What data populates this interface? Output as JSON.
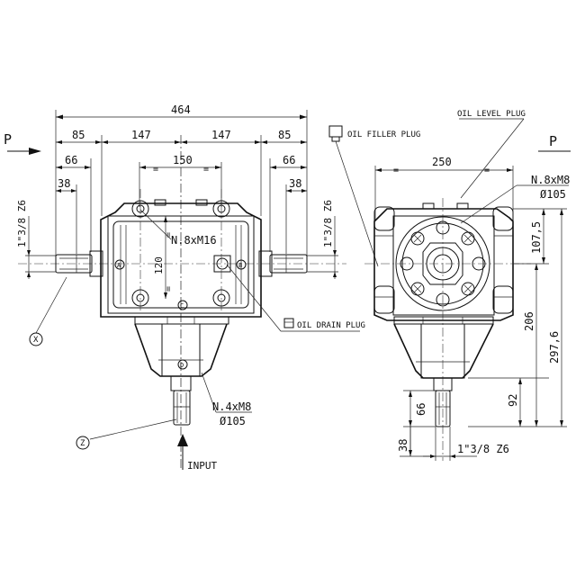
{
  "front_view": {
    "view_arrow": "P",
    "dims": {
      "overall": "464",
      "left_outer": "85",
      "center_left": "147",
      "center_right": "147",
      "right_outer": "85",
      "bolt_spacing": "150",
      "left_66": "66",
      "right_66": "66",
      "left_38": "38",
      "right_38": "38",
      "bolt_vertical": "120",
      "equal_mark": "="
    },
    "shaft_labels": {
      "left": "1\"3/8 Z6",
      "right": "1\"3/8 Z6"
    },
    "callouts": {
      "n8_m16": "N.8xM16",
      "n4_m8": "N.4xM8",
      "phi105": "Ø105",
      "oil_drain_plug": "OIL DRAIN PLUG",
      "oil_filler_plug": "OIL FILLER PLUG"
    },
    "shaft_ids": {
      "a": "A",
      "b": "B",
      "c": "C",
      "d": "D",
      "x": "X",
      "z": "Z"
    },
    "input_label": "INPUT"
  },
  "side_view": {
    "view_arrow": "P",
    "dims": {
      "width": "250",
      "equal_mark": "=",
      "h_107_5": "107,5",
      "h_206": "206",
      "h_297_6": "297,6",
      "h_92": "92",
      "h_66": "66",
      "h_38": "38"
    },
    "callouts": {
      "n8_m8": "N.8xM8",
      "phi105": "Ø105",
      "oil_level_plug": "OIL LEVEL PLUG"
    },
    "shaft_label": "1\"3/8 Z6"
  }
}
